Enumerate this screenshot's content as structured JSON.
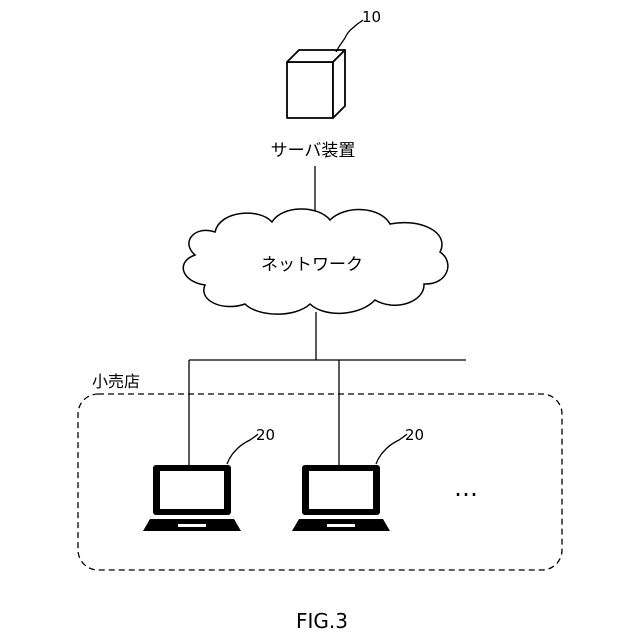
{
  "server": {
    "ref": "10",
    "label": "サーバ装置"
  },
  "network": {
    "label": "ネットワーク"
  },
  "store": {
    "label": "小売店"
  },
  "terminals": [
    {
      "ref": "20"
    },
    {
      "ref": "20"
    }
  ],
  "more": {
    "label": "…"
  },
  "caption": "FIG.3"
}
